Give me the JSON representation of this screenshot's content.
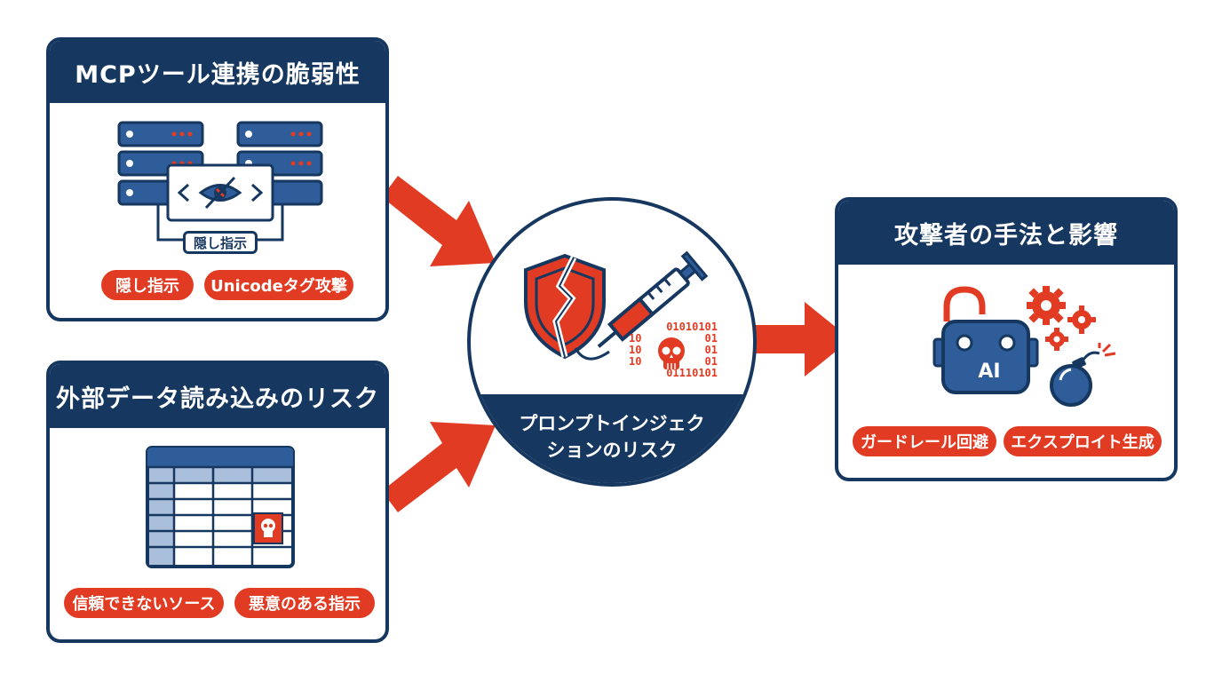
{
  "card_mcp": {
    "title": "MCPツール連携の脆弱性",
    "screen_label": "隠し指示",
    "tags": [
      "隠し指示",
      "Unicodeタグ攻撃"
    ]
  },
  "card_external": {
    "title": "外部データ読み込みのリスク",
    "tags": [
      "信頼できないソース",
      "悪意のある指示"
    ]
  },
  "center": {
    "title_line1": "プロンプトインジェク",
    "title_line2": "ションのリスク",
    "binary_lines": [
      "01010101",
      "10",
      "01",
      "10",
      "01",
      "10",
      "01",
      "01110101"
    ]
  },
  "card_attacker": {
    "title": "攻撃者の手法と影響",
    "ai_label": "AI",
    "tags": [
      "ガードレール回避",
      "エクスプロイト生成"
    ]
  },
  "colors": {
    "navy": "#16375f",
    "red": "#e13b23",
    "blue": "#2f5d9a",
    "light_blue": "#a9bfdc"
  }
}
